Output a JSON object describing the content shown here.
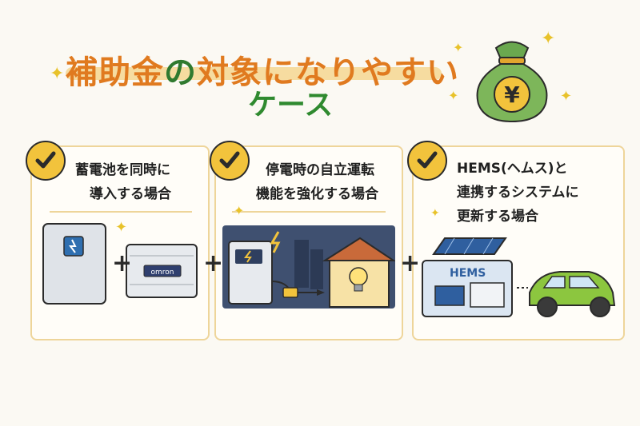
{
  "title": {
    "part1": "補助金",
    "part2": "の",
    "part3": "対象",
    "part4": "になりやすい",
    "line2": "ケース"
  },
  "bag": {
    "symbol": "¥"
  },
  "cards": [
    {
      "lines": [
        "蓄電池を同時に",
        "導入する場合"
      ]
    },
    {
      "lines": [
        "停電時の自立運転",
        "機能を強化する場合"
      ]
    },
    {
      "lines": [
        "HEMS(ヘムス)と",
        "連携するシステムに",
        "更新する場合"
      ]
    }
  ],
  "plus": "+",
  "device_label": "omron",
  "hems_label": "HEMS",
  "colors": {
    "accent_orange": "#e07a1f",
    "accent_green": "#2f8a2f",
    "check_yellow": "#f2c33c",
    "card_border": "#eed59a"
  }
}
